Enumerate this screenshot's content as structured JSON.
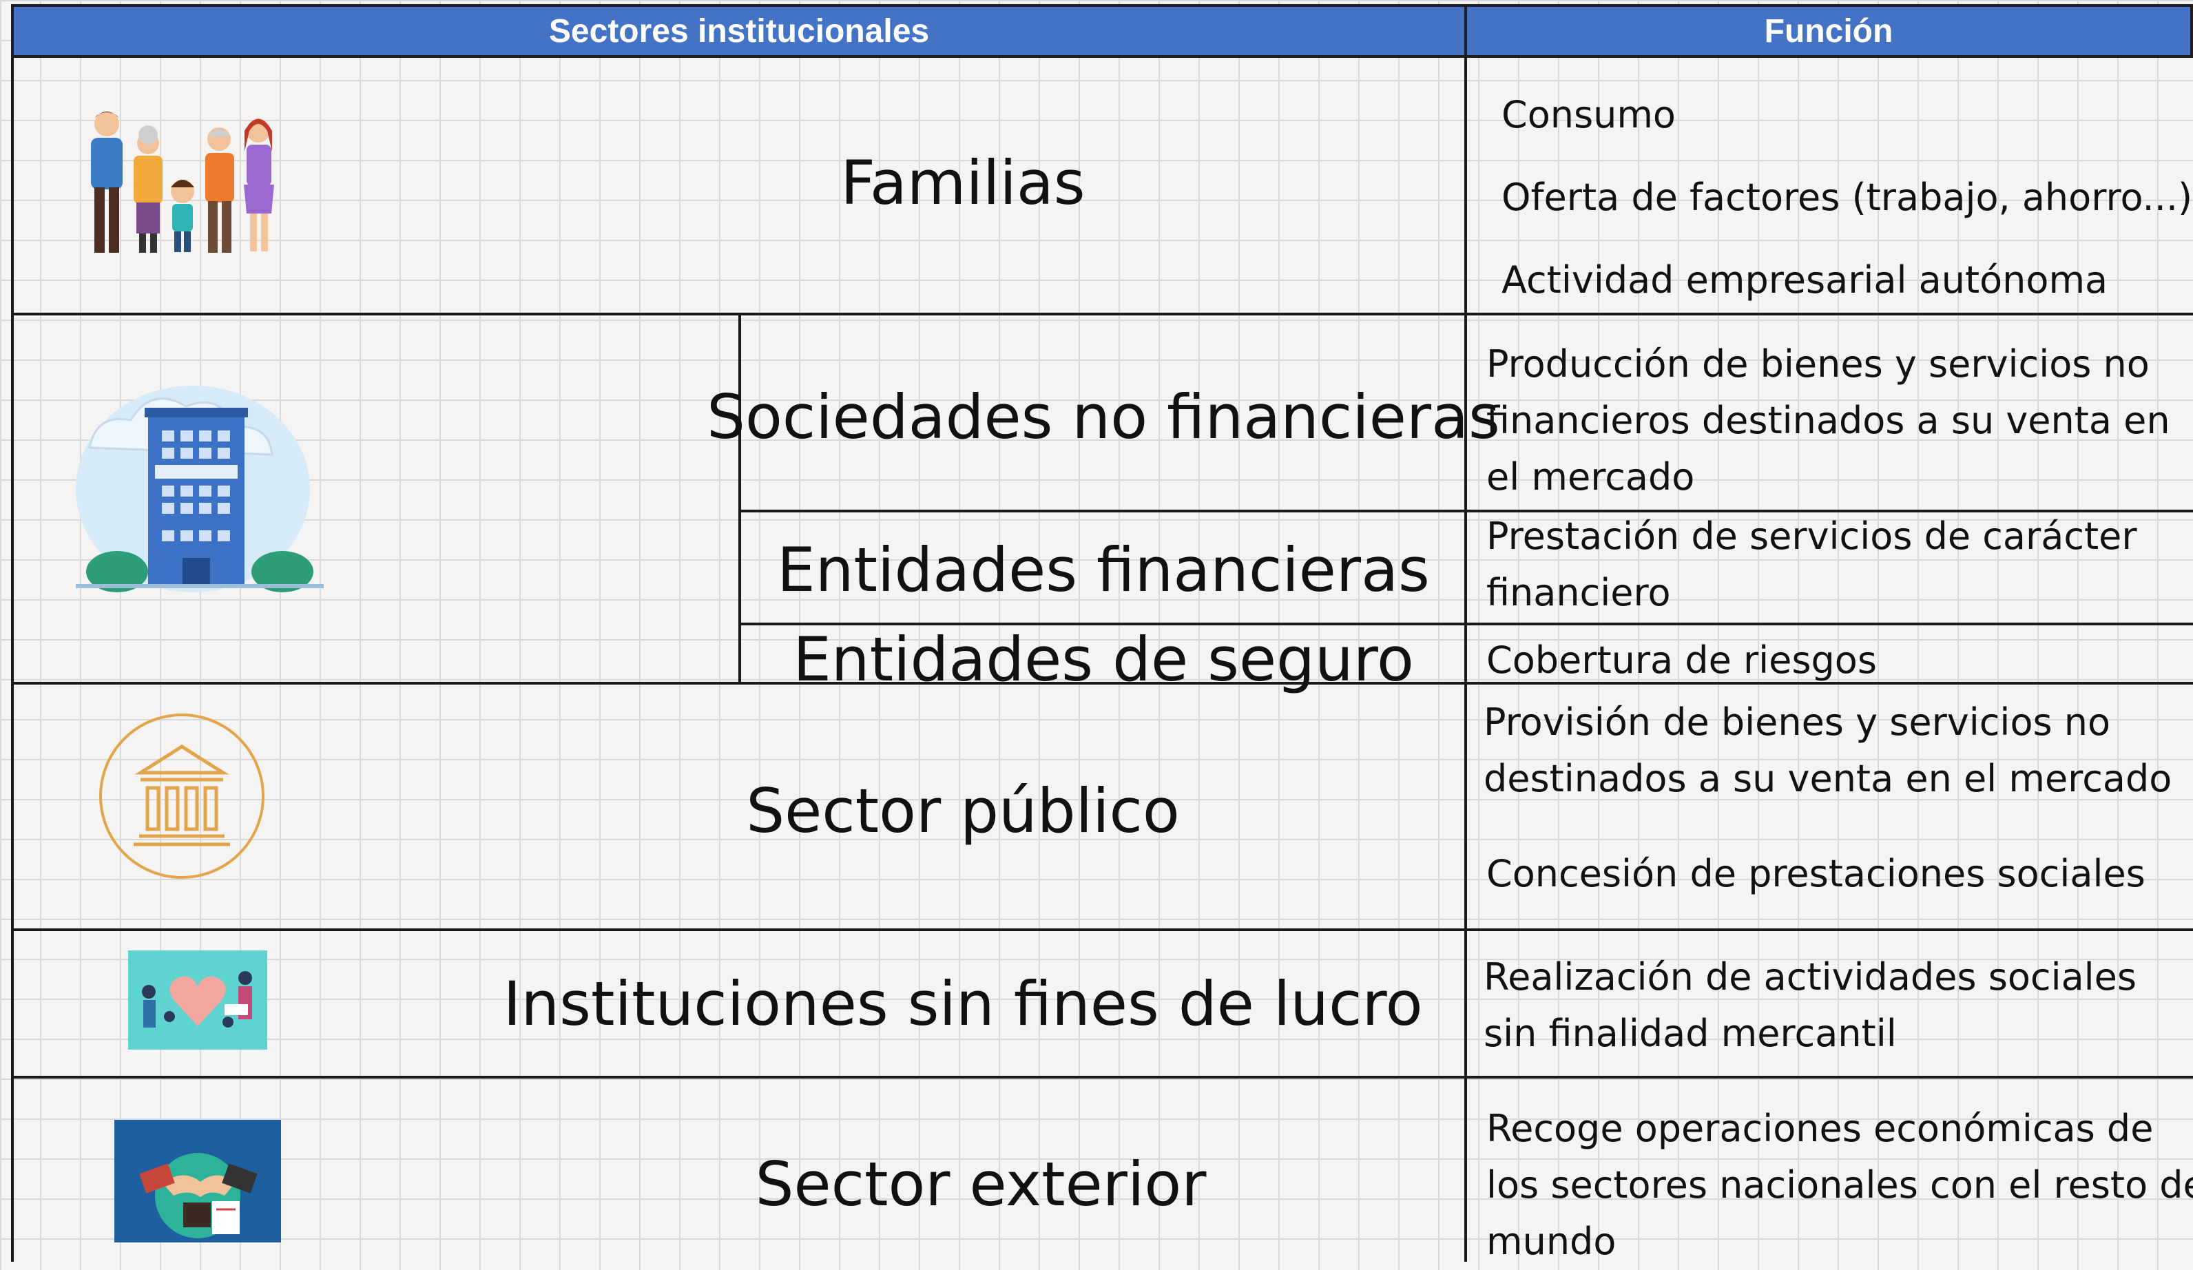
{
  "header": {
    "sectors_label": "Sectores institucionales",
    "function_label": "Función",
    "color": "#4472c4"
  },
  "rows": {
    "familias": {
      "name": "Familias",
      "icon": "family-icon",
      "functions": [
        "Consumo",
        "Oferta de factores (trabajo, ahorro...)",
        "Actividad empresarial autónoma"
      ]
    },
    "empresas": {
      "icon": "company-building-icon",
      "sociedades": {
        "name": "Sociedades no financieras",
        "functions": [
          "Producción de bienes y servicios no",
          "financieros destinados a su venta en",
          "el mercado"
        ]
      },
      "financieras": {
        "name": "Entidades financieras",
        "functions": [
          "Prestación de servicios de carácter",
          "financiero"
        ]
      },
      "seguro": {
        "name": "Entidades de seguro",
        "functions": [
          "Cobertura de riesgos"
        ]
      }
    },
    "publico": {
      "name": "Sector público",
      "icon": "government-building-icon",
      "functions": [
        "Provisión de bienes y servicios no",
        "destinados a su venta en el mercado",
        "Concesión de prestaciones sociales"
      ]
    },
    "sin_lucro": {
      "name": "Instituciones sin fines de lucro",
      "icon": "charity-icon",
      "functions": [
        "Realización de actividades sociales",
        "sin finalidad mercantil"
      ]
    },
    "exterior": {
      "name": "Sector exterior",
      "icon": "handshake-globe-icon",
      "functions": [
        "Recoge operaciones económicas de",
        "los sectores nacionales con el resto del",
        "mundo"
      ]
    }
  }
}
